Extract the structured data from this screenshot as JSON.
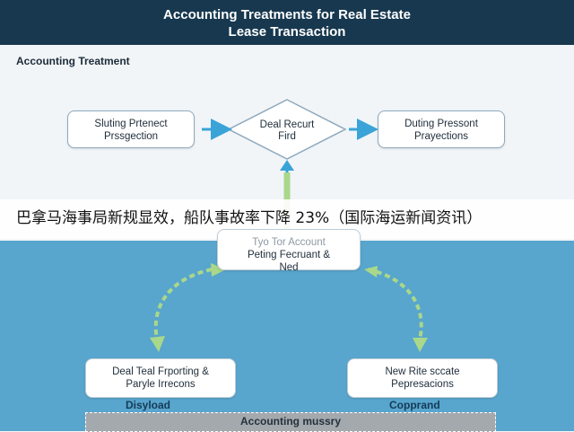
{
  "header": {
    "title_line1": "Accounting Treatments for Real Estate",
    "title_line2": "Lease Transaction"
  },
  "section_label": "Accounting Treatment",
  "process": {
    "step1": {
      "line1": "Sluting Prtenect",
      "line2": "Prssgection"
    },
    "decision": {
      "line1": "Deal Recurt",
      "line2": "Fird"
    },
    "step3": {
      "line1": "Duting Pressont",
      "line2": "Prayections"
    }
  },
  "banner_text": "巴拿马海事局新规显效，船队事故率下降 23%（国际海运新闻资讯）",
  "cycle": {
    "top": {
      "line1": "Tyo Tor Account",
      "line2": "Peting Fecruant &",
      "line3": "Ned"
    },
    "left": {
      "line1": "Deal Teal Frporting &",
      "line2": "Paryle Irrecons",
      "label": "Disyload"
    },
    "right": {
      "line1": "New Rite sccate",
      "line2": "Pepresacions",
      "label": "Copprand"
    }
  },
  "summary_text": "Accounting mussry",
  "colors": {
    "header_bg": "#17384f",
    "lower_bg": "#58a5cd",
    "arrow_blue": "#3aa3d8",
    "arrow_green": "#a9d88a"
  }
}
